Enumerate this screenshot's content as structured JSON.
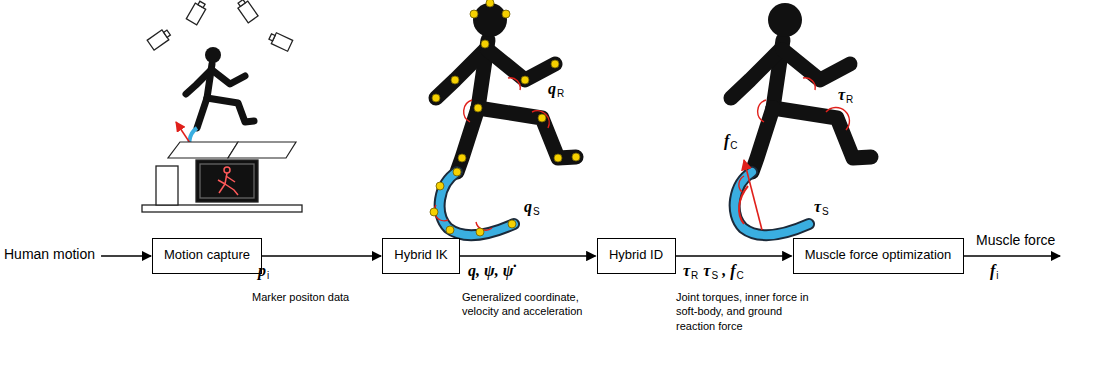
{
  "diagram": {
    "nodes": [
      {
        "text": [
          "Motion capture"
        ]
      },
      {
        "text": [
          "Hybrid IK"
        ]
      },
      {
        "text": [
          "Hybrid ID"
        ]
      },
      {
        "text": [
          "Muscle force optimization"
        ]
      }
    ],
    "edges": [
      {
        "from": 0,
        "to": 1,
        "arrow": "to",
        "label": "Marker positon data"
      },
      {
        "from": 1,
        "to": 2,
        "arrow": "to",
        "label": "Generalized coordinate, velocity and acceleration"
      },
      {
        "from": 2,
        "to": 3,
        "arrow": "to",
        "label": "Joint torques, inner force in soft-body, and ground reaction force"
      }
    ],
    "labels": [
      "Human motion",
      "q",
      "R",
      "q",
      "S",
      "f",
      "C",
      "τ",
      "R",
      "τ",
      "S",
      "p",
      "i",
      "q, ψ, ψ̇",
      "τ",
      "R",
      "τ",
      "S",
      ",",
      "f",
      "C",
      "Muscle force",
      "f",
      "i"
    ]
  }
}
